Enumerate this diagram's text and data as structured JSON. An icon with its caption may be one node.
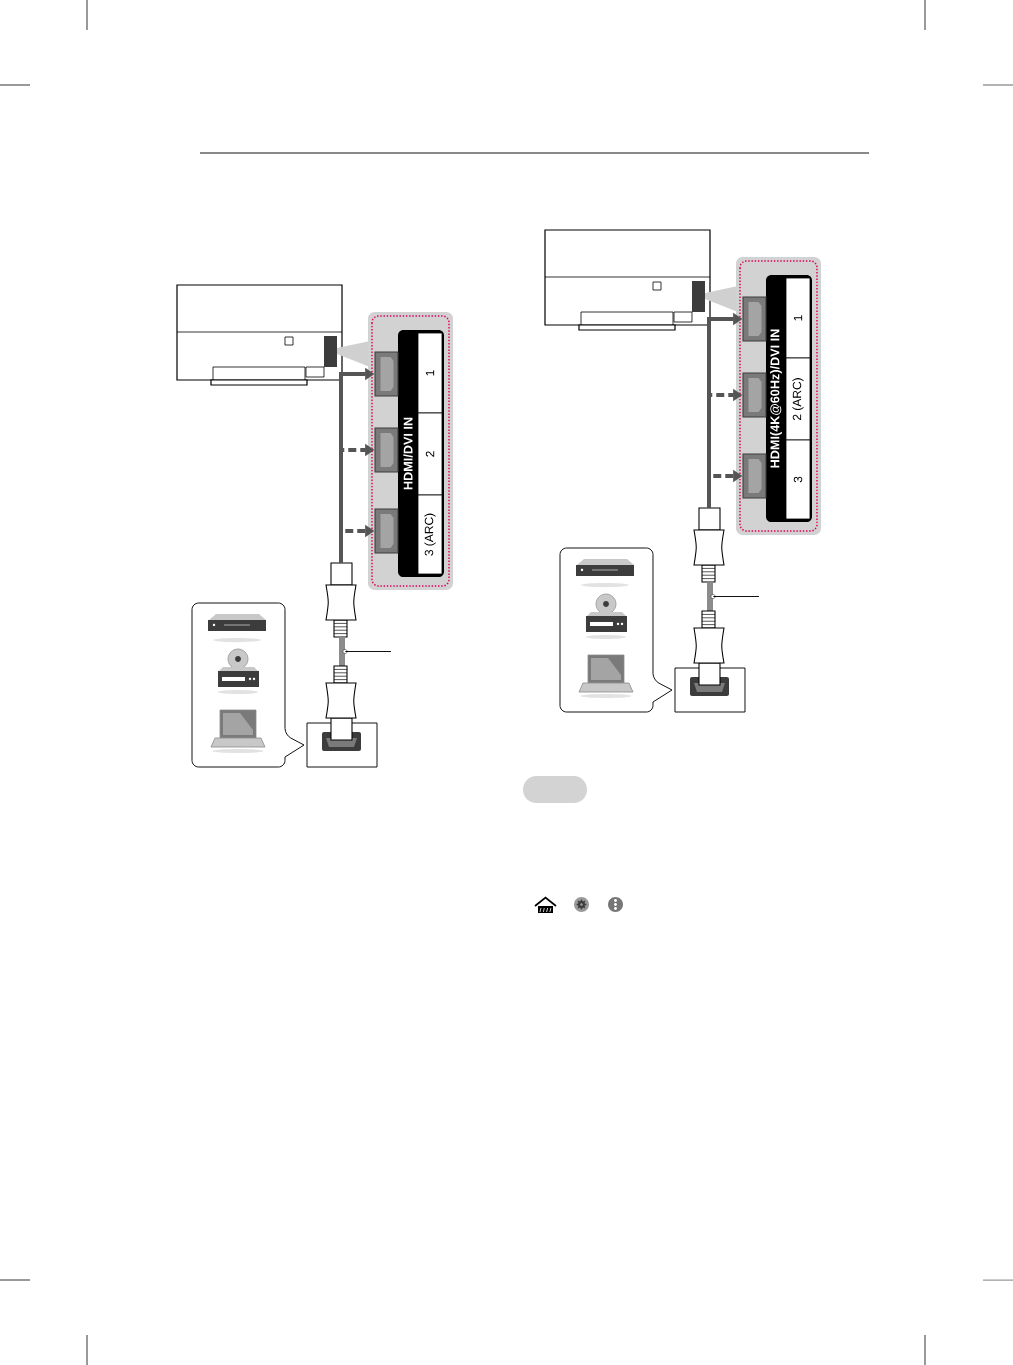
{
  "diagram": {
    "nodes": [
      {
        "text": [],
        "shape": "box"
      },
      {
        "text": [
          "HDMI/DVI IN"
        ],
        "in": 0
      },
      {
        "text": [
          "1"
        ],
        "in": 1
      },
      {
        "text": [
          "2"
        ],
        "in": 1
      },
      {
        "text": [
          "3 (ARC)"
        ],
        "in": 1
      },
      {
        "text": [],
        "shape": "box",
        "in": 0
      },
      {
        "text": [],
        "shape": "box",
        "in": 0
      },
      {
        "text": [],
        "shape": "box",
        "in": 0
      },
      {
        "text": [],
        "shape": "picture"
      },
      {
        "text": [],
        "shape": "bar"
      },
      {
        "text": [],
        "shape": "picture"
      },
      {
        "text": [],
        "shape": "box"
      },
      {
        "text": [
          "HDMI(4K@60Hz)/DVI IN"
        ],
        "in": 11
      },
      {
        "text": [
          "1"
        ],
        "in": 12
      },
      {
        "text": [
          "2 (ARC)"
        ],
        "in": 12
      },
      {
        "text": [
          "3"
        ],
        "in": 12
      },
      {
        "text": [],
        "shape": "box",
        "in": 11
      },
      {
        "text": [],
        "shape": "box",
        "in": 11
      },
      {
        "text": [],
        "shape": "box",
        "in": 11
      },
      {
        "text": [],
        "shape": "picture"
      },
      {
        "text": [],
        "shape": "bar"
      },
      {
        "text": [],
        "shape": "picture"
      }
    ],
    "edges": [
      {
        "from": 8,
        "to": 5,
        "arrow": "to"
      },
      {
        "from": 8,
        "to": 6,
        "arrow": "to",
        "style": "dashed"
      },
      {
        "from": 8,
        "to": 7,
        "arrow": "to",
        "style": "dashed"
      },
      {
        "from": null,
        "to": 9,
        "arrow": "none",
        "color": "#000000"
      },
      {
        "from": 19,
        "to": 16,
        "arrow": "to"
      },
      {
        "from": 19,
        "to": 17,
        "arrow": "to",
        "style": "dashed"
      },
      {
        "from": 19,
        "to": 18,
        "arrow": "to",
        "style": "dashed"
      },
      {
        "from": null,
        "to": 20,
        "arrow": "none",
        "color": "#000000"
      }
    ]
  }
}
